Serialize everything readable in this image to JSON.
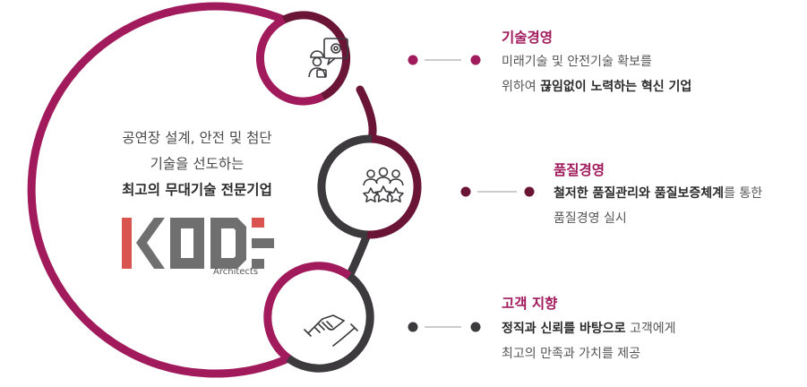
{
  "intro": {
    "line1": "공연장 설계, 안전 및 첨단",
    "line2": "기술을 선도하는",
    "line3": "최고의 무대기술 전문기업"
  },
  "logo": {
    "text": "KODE",
    "subtitle": "Architects"
  },
  "colors": {
    "magenta": "#a01a5c",
    "dark": "#3c3a3d",
    "wine": "#6b1536",
    "logo_gray": "#6f6f6f",
    "logo_red": "#d9534f"
  },
  "sections": [
    {
      "icon": "engineer-gear-icon",
      "title": "기술경영",
      "line1": "미래기술 및 안전기술 확보를",
      "line2_plain": "위하여 ",
      "line2_bold": "끊임없이 노력하는 혁신 기업"
    },
    {
      "icon": "team-stars-icon",
      "title": "품질경영",
      "line1_bold": "철저한 품질관리와 품질보증체계",
      "line1_plain": "를 통한",
      "line2": "품질경영 실시"
    },
    {
      "icon": "handshake-icon",
      "title": "고객 지향",
      "line1_bold": "정직과 신뢰를 바탕으로",
      "line1_plain": " 고객에게",
      "line2": "최고의 만족과 가치를 제공"
    }
  ]
}
